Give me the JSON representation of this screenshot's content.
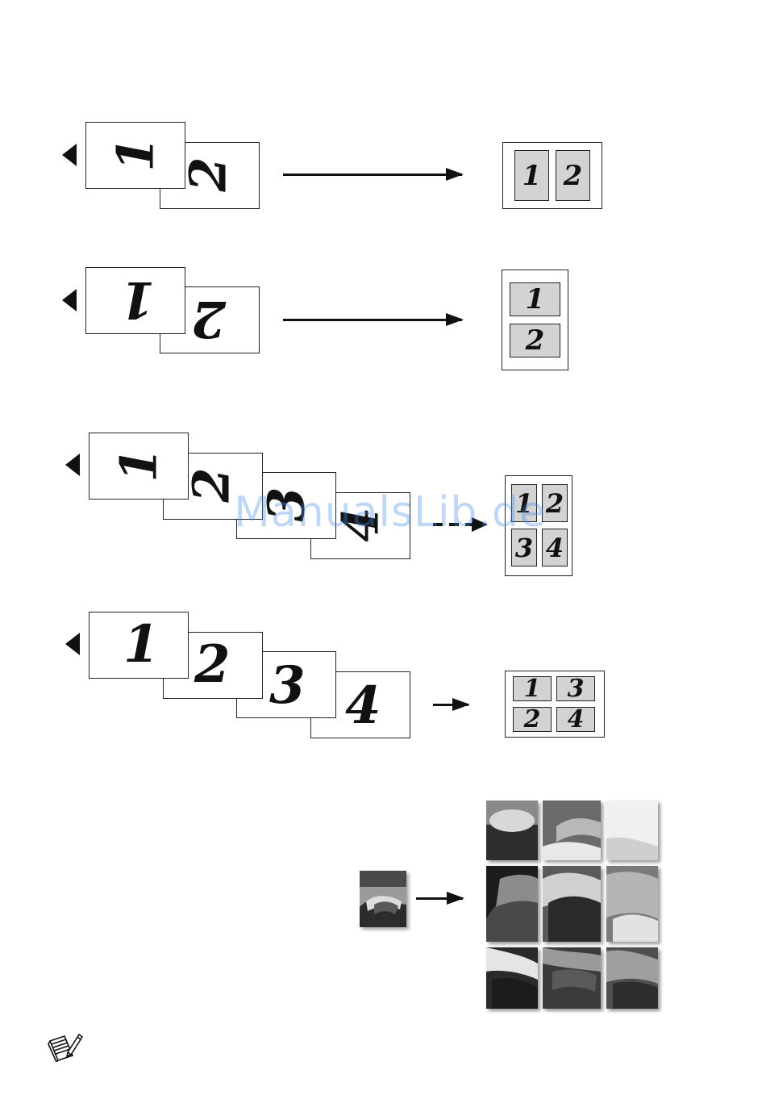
{
  "row1": {
    "input_pages": [
      "1",
      "2"
    ],
    "output_cells": [
      "1",
      "2"
    ]
  },
  "row2": {
    "input_pages": [
      "1",
      "2"
    ],
    "output_cells": [
      "1",
      "2"
    ]
  },
  "row3": {
    "input_pages": [
      "1",
      "2",
      "3",
      "4"
    ],
    "output_cells": [
      "1",
      "2",
      "3",
      "4"
    ]
  },
  "row4": {
    "input_pages": [
      "1",
      "2",
      "3",
      "4"
    ],
    "output_cells": [
      "1",
      "3",
      "2",
      "4"
    ]
  },
  "watermark": "ManualsLib.de",
  "icons": {
    "orientation": "triangle-left-icon",
    "note": "note-pad-icon"
  }
}
